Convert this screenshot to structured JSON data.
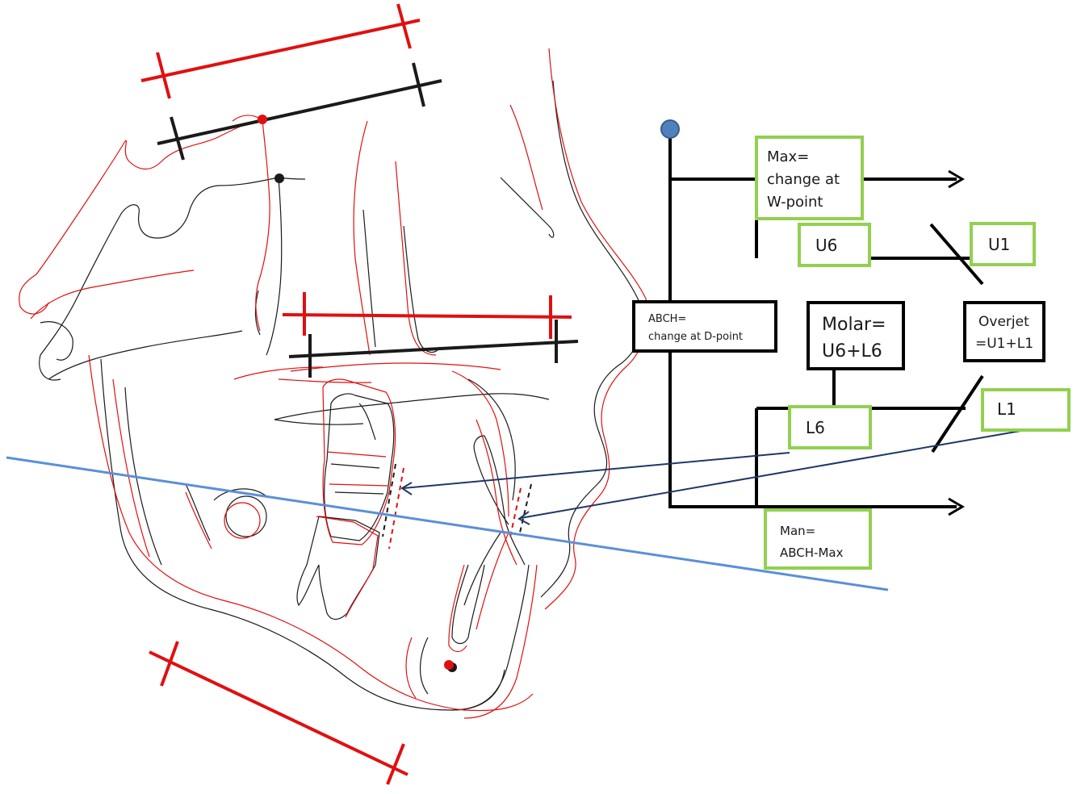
{
  "colors": {
    "black_trace": "#1a1a1a",
    "red_trace": "#e01010",
    "green_box": "#92d050",
    "blue_plane": "#5b8fd9",
    "navy_arrow": "#1f3864",
    "node_fill": "#4f81bd"
  },
  "labels": {
    "max": [
      "Max=",
      "change at",
      "W-point"
    ],
    "u6": "U6",
    "u1": "U1",
    "abch": [
      "ABCH=",
      "change at D-point"
    ],
    "molar": [
      "Molar=",
      "U6+L6"
    ],
    "overjet": [
      "Overjet",
      "=U1+L1"
    ],
    "l6": "L6",
    "l1": "L1",
    "man": [
      "Man=",
      "ABCH-Max"
    ]
  }
}
